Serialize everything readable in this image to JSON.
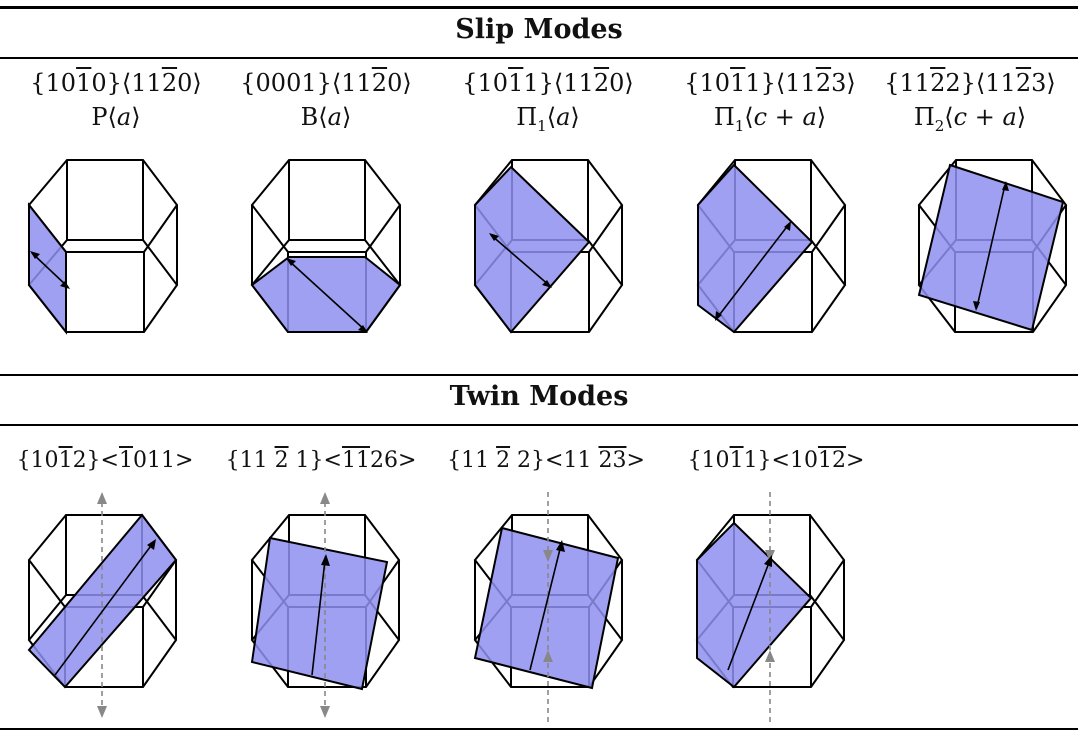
{
  "slip": {
    "title": "Slip Modes",
    "items": [
      {
        "line1": [
          "{10",
          "1",
          "0}⟨11",
          "2",
          "0⟩"
        ],
        "line2": [
          "P⟨",
          "a",
          "⟩"
        ]
      },
      {
        "line1": [
          "{0001}⟨11",
          "2",
          "0⟩"
        ],
        "line2": [
          "B⟨",
          "a",
          "⟩"
        ]
      },
      {
        "line1": [
          "{10",
          "1",
          "1}⟨11",
          "2",
          "0⟩"
        ],
        "line2": [
          "Π",
          "1",
          "⟨",
          "a",
          "⟩"
        ]
      },
      {
        "line1": [
          "{10",
          "1",
          "1}⟨11",
          "2",
          "3⟩"
        ],
        "line2": [
          "Π",
          "1",
          "⟨",
          "c + a",
          "⟩"
        ]
      },
      {
        "line1": [
          "{11",
          "2",
          "2}⟨11",
          "2",
          "3⟩"
        ],
        "line2": [
          "Π",
          "2",
          "⟨",
          "c + a",
          "⟩"
        ]
      }
    ]
  },
  "twin": {
    "title": "Twin Modes",
    "items": [
      {
        "label": [
          "{10",
          "1",
          "2}<",
          "1",
          "011>"
        ]
      },
      {
        "label": [
          "{11 ",
          "2",
          " 1}<",
          "1",
          "",
          "1",
          "26>"
        ]
      },
      {
        "label": [
          "{11 ",
          "2",
          " 2}<11 ",
          "2",
          "",
          "3",
          ">"
        ]
      },
      {
        "label": [
          "{10",
          "1",
          "1}<10",
          "1",
          "",
          "2",
          ">"
        ]
      }
    ]
  },
  "colors": {
    "plane_fill": "#8f8ff0",
    "arrow": "#000000",
    "twin_axis": "#888888"
  }
}
